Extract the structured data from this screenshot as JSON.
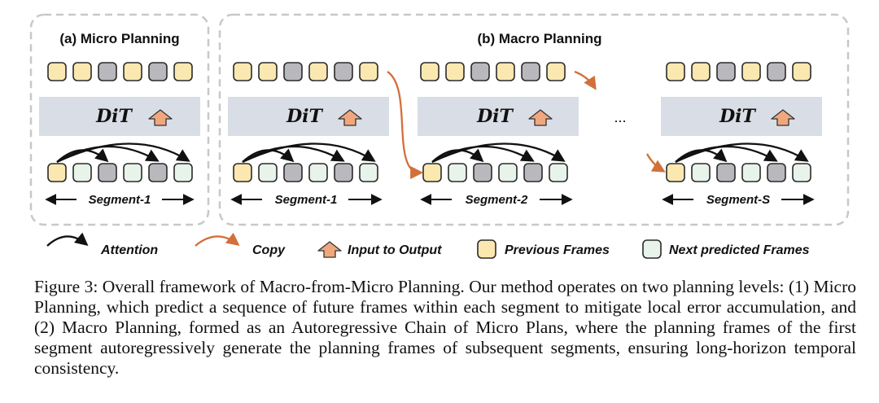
{
  "panels": {
    "micro_title": "(a) Micro Planning",
    "macro_title": "(b) Macro Planning"
  },
  "model": {
    "label": "DiT"
  },
  "segments": {
    "micro": "Segment-1",
    "macro_1": "Segment-1",
    "macro_2": "Segment-2",
    "macro_s": "Segment-S"
  },
  "ellipsis": "...",
  "legend": {
    "attention": "Attention",
    "copy": "Copy",
    "input_to_output": "Input to Output",
    "previous_frames": "Previous Frames",
    "next_predicted_frames": "Next predicted Frames"
  },
  "colors": {
    "previous_frame": "#fbe8b0",
    "next_frame": "#e8f3ea",
    "gray_frame": "#b9b9bd",
    "dit_block": "#d9dde6",
    "copy_arrow": "#d2703a",
    "up_arrow": "#f0a77d",
    "panel_border": "#c8c8c8"
  },
  "icons": {
    "attention": "curved-arrow-icon",
    "copy": "copy-arrow-icon",
    "input_to_output": "up-arrow-icon"
  },
  "caption": "Figure 3: Overall framework of Macro-from-Micro Planning. Our method operates on two planning levels: (1) Micro Planning, which predict a sequence of future frames within each segment to mitigate local error accumulation, and (2) Macro Planning, formed as an Autoregressive Chain of Micro Plans, where the planning frames of the first segment autoregressively generate the planning frames of subsequent segments, ensuring long-horizon temporal consistency."
}
